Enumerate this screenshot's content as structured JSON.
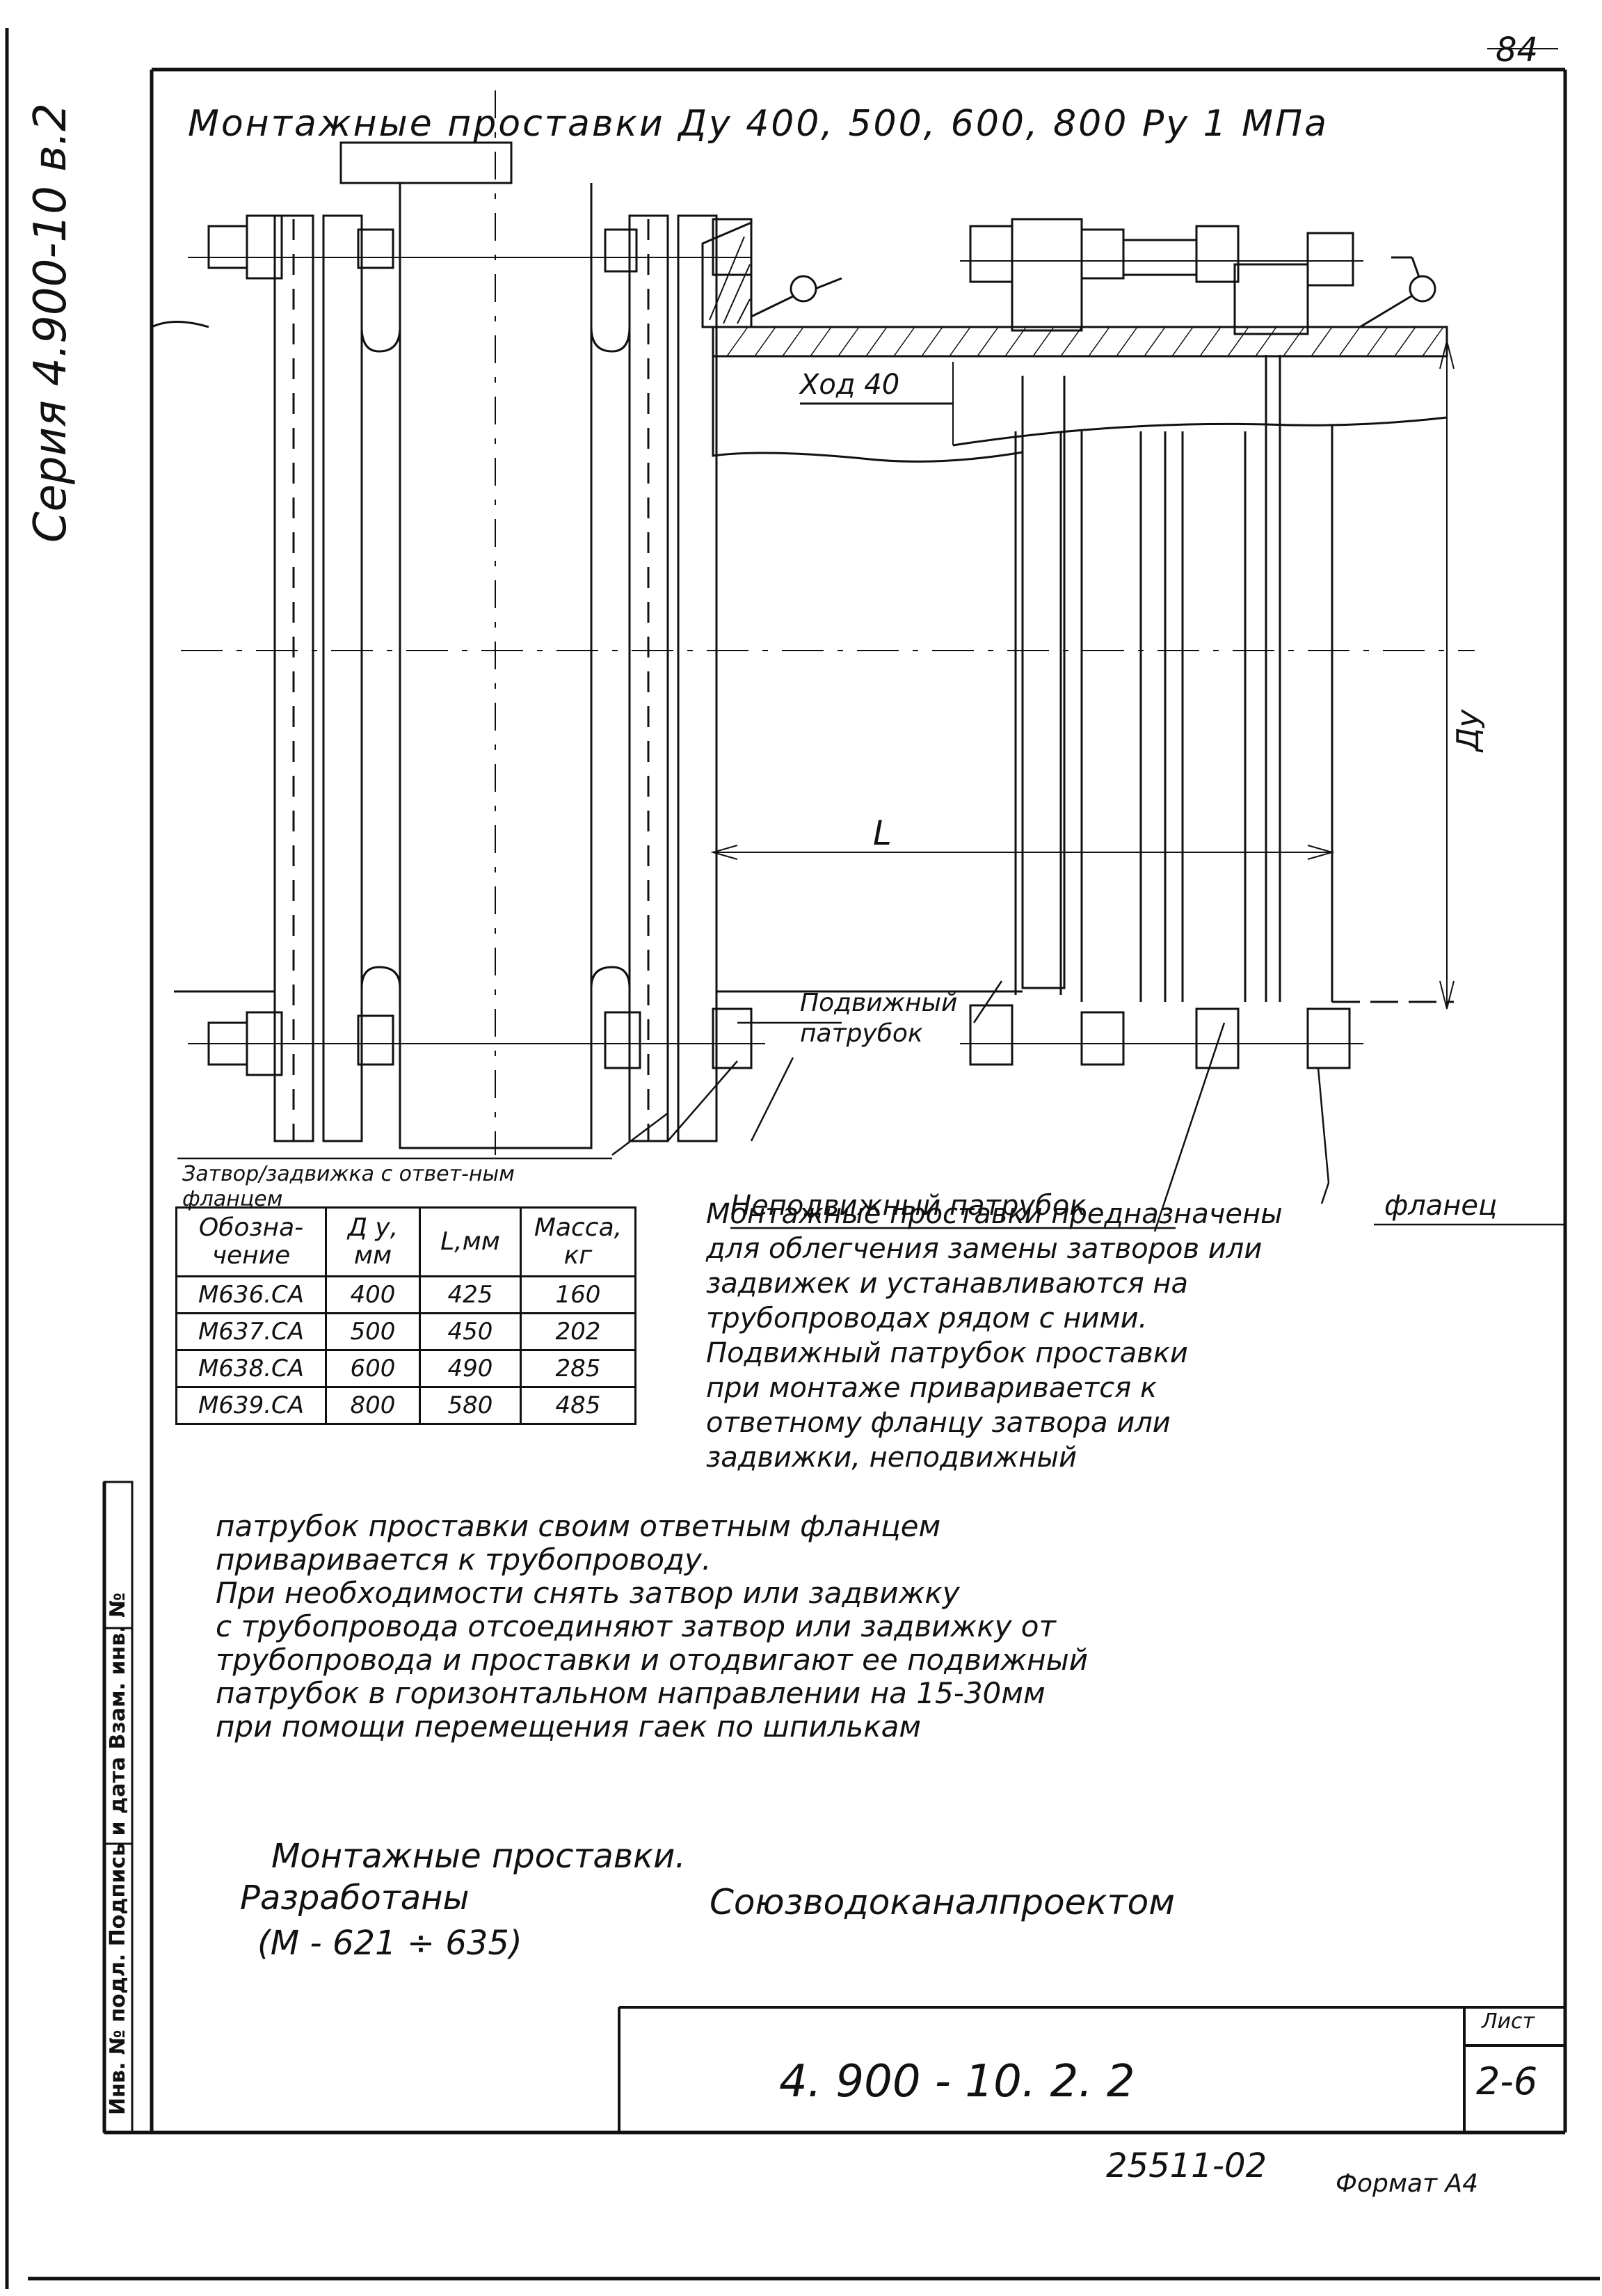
{
  "sheet_corner_number": "84",
  "sidebar_series": "Серия 4.900-10 в.2",
  "stamp_column": "Инв. № подл. Подпись и дата Взам. инв. №",
  "title": "Монтажные проставки Ду 400, 500, 600, 800 Ру 1 МПа",
  "drawing_labels": {
    "stroke": "Ход 40",
    "length": "L",
    "diameter": "Ду",
    "movable_pipe": "Подвижный патрубок",
    "fixed_pipe": "Неподвижный патрубок",
    "flange": "фланец",
    "valve": "Затвор/задвижка с ответ-ным фланцем"
  },
  "table": {
    "headers": [
      "Обозна-чение",
      "Д у, мм",
      "L,мм",
      "Масса, кг"
    ],
    "rows": [
      [
        "М636.СА",
        "400",
        "425",
        "160"
      ],
      [
        "М637.СА",
        "500",
        "450",
        "202"
      ],
      [
        "М638.СА",
        "600",
        "490",
        "285"
      ],
      [
        "М639.СА",
        "800",
        "580",
        "485"
      ]
    ]
  },
  "description_right": "Монтажные проставки предназначены\nдля облегчения замены затворов или\nзадвижек и устанавливаются на\nтрубопроводах рядом с ними.\nПодвижный патрубок проставки\nпри монтаже приваривается к\nответному фланцу затвора или\nзадвижки, неподвижный",
  "description_full": "патрубок проставки своим ответным фланцем\nприваривается к трубопроводу.\n   При необходимости снять затвор или задвижку\nс трубопровода отсоединяют затвор или задвижку от\nтрубопровода и проставки и отодвигают ее подвижный\nпатрубок в горизонтальном направлении на 15-30мм\nпри помощи перемещения гаек по шпилькам",
  "developer_note": {
    "line1": "Монтажные проставки.",
    "line2": "Разработаны",
    "line3": "(М - 621 ÷ 635)",
    "org": "Союзводоканалпроектом"
  },
  "title_block": {
    "designation": "4. 900 - 10. 2. 2",
    "sheet_label": "Лист",
    "sheet_number": "2-6"
  },
  "stamp_number": "25511-02",
  "format": "Формат А4"
}
